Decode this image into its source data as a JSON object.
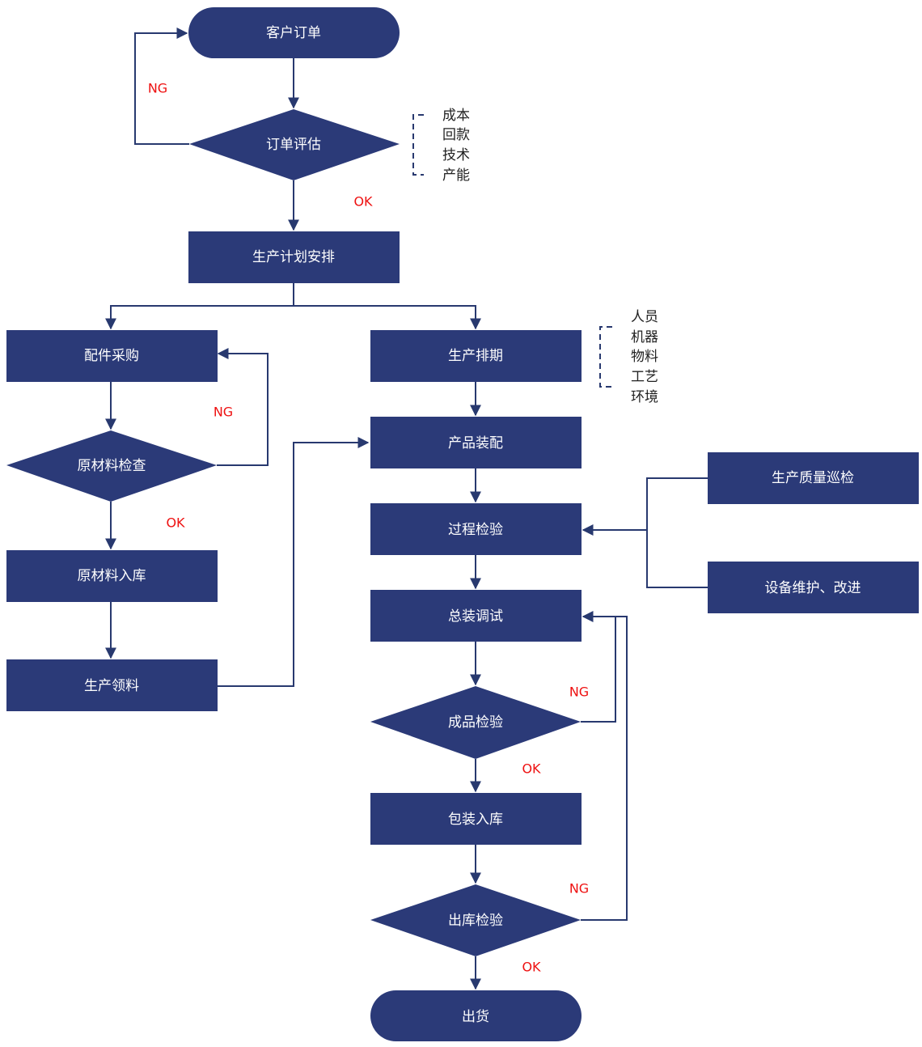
{
  "theme": {
    "node_color": "#2b3a78",
    "edge_color": "#28396f",
    "branch_label_color": "#ee1111"
  },
  "nodes": {
    "customer_order": "客户订单",
    "order_evaluation": "订单评估",
    "production_plan": "生产计划安排",
    "parts_purchase": "配件采购",
    "raw_material_check": "原材料检查",
    "raw_material_storage": "原材料入库",
    "material_requisition": "生产领料",
    "production_scheduling": "生产排期",
    "product_assembly": "产品装配",
    "process_inspection": "过程检验",
    "final_debugging": "总装调试",
    "finished_inspection": "成品检验",
    "packing_storage": "包装入库",
    "outbound_inspection": "出库检验",
    "shipment": "出货",
    "quality_patrol": "生产质量巡检",
    "equipment_maintenance": "设备维护、改进"
  },
  "branch_labels": {
    "order_eval_ng": "NG",
    "order_eval_ok": "OK",
    "raw_check_ng": "NG",
    "raw_check_ok": "OK",
    "finished_ng": "NG",
    "finished_ok": "OK",
    "outbound_ng": "NG",
    "outbound_ok": "OK"
  },
  "notes": {
    "evaluation_factors": [
      "成本",
      "回款",
      "技术",
      "产能"
    ],
    "scheduling_factors": [
      "人员",
      "机器",
      "物料",
      "工艺",
      "环境"
    ]
  }
}
